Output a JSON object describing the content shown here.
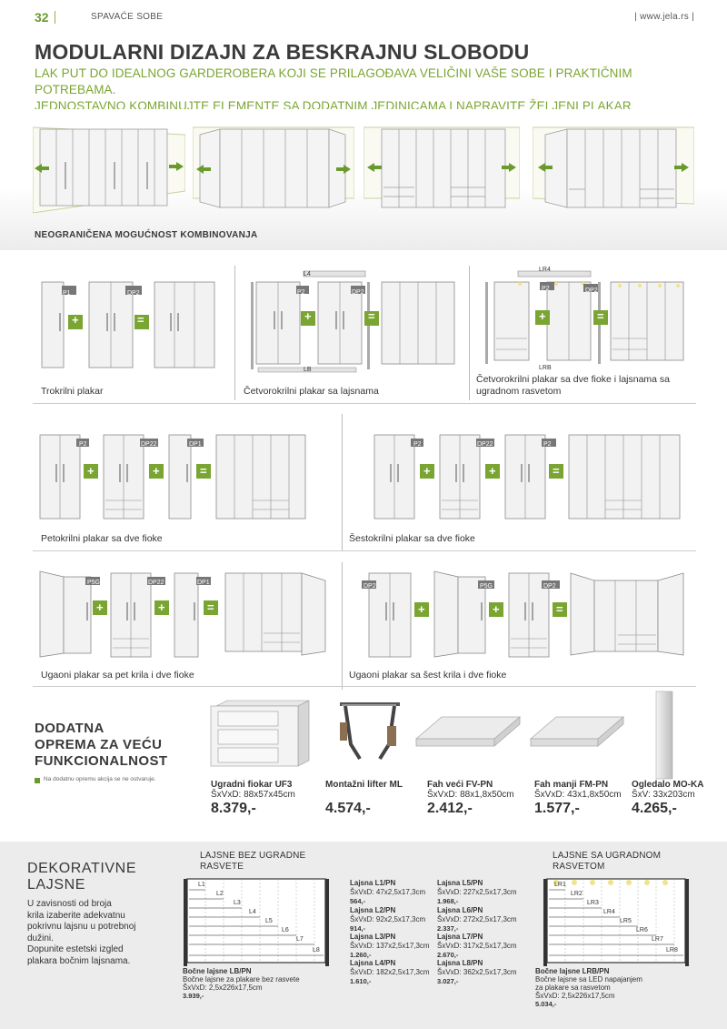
{
  "header": {
    "page_number": "32",
    "section": "SPAVAĆE SOBE",
    "site": "| www.jela.rs |"
  },
  "title": "MODULARNI DIZAJN ZA BESKRAJNU SLOBODU",
  "subtitle_lines": [
    "LAK PUT DO IDEALNOG GARDEROBERA KOJI SE PRILAGOĐAVA VELIČINI VAŠE SOBE I PRAKTIČNIM POTREBAMA.",
    "JEDNOSTAVNO KOMBINUJTE ELEMENTE SA DODATNIM JEDINICAMA I NAPRAVITE ŽELJENI PLAKAR"
  ],
  "combinations_label": "NEOGRANIČENA MOGUĆNOST KOMBINOVANJA",
  "combos": {
    "trokrilni": "Trokrilni plakar",
    "cetvorokrilni": "Četvorokrilni plakar sa lajsnama",
    "cetvorokrilni_led": [
      "Četvorokrilni plakar sa dve fioke i lajsnama sa",
      "ugradnom rasvetom"
    ],
    "petokrilni": "Petokrilni plakar sa dve fioke",
    "sestokrilni": "Šestokrilni plakar sa dve fioke",
    "ugaoni_pet": "Ugaoni  plakar sa pet krila i dve fioke",
    "ugaoni_sest": "Ugaoni  plakar sa šest krila i dve fioke"
  },
  "tags": {
    "p1": "P1",
    "dp2": "DP2",
    "p2": "P2",
    "dp22": "DP22",
    "dp1": "DP1",
    "p5g": "P5G",
    "l4": "L4",
    "lb": "LB",
    "lr4": "LR4",
    "lrb": "LRB"
  },
  "symbols": {
    "plus": "+",
    "equals": "="
  },
  "extras": {
    "title_lines": [
      "DODATNA",
      "OPREMA ZA VEĆU",
      "FUNKCIONALNOST"
    ],
    "note": "Na dodatnu opremu akcija se ne ostvaruje.",
    "products": [
      {
        "name": "Ugradni fiokar UF3",
        "dims": "ŠxVxD: 88x57x45cm",
        "price": "8.379,-"
      },
      {
        "name": "Montažni lifter ML",
        "dims": "",
        "price": "4.574,-"
      },
      {
        "name": "Fah veći FV-PN",
        "dims": "ŠxVxD: 88x1,8x50cm",
        "price": "2.412,-"
      },
      {
        "name": "Fah manji FM-PN",
        "dims": "ŠxVxD: 43x1,8x50cm",
        "price": "1.577,-"
      },
      {
        "name": "Ogledalo MO-KA",
        "dims": "ŠxV: 33x203cm",
        "price": "4.265,-"
      }
    ]
  },
  "deco": {
    "title_lines": [
      "DEKORATIVNE",
      "LAJSNE"
    ],
    "text_lines": [
      "U zavisnosti od broja",
      "krila izaberite adekvatnu",
      "pokrivnu lajsnu u potrebnoj",
      "dužini.",
      "Dopunite estetski izgled",
      "plakara bočnim lajsnama."
    ],
    "no_light_head": [
      "LAJSNE BEZ UGRADNE",
      "RASVETE"
    ],
    "light_head": [
      "LAJSNE SA UGRADNOM",
      "RASVETOM"
    ],
    "no_light_labels": [
      "L1",
      "L2",
      "L3",
      "L4",
      "L5",
      "L6",
      "L7",
      "L8"
    ],
    "light_labels": [
      "LR1",
      "LR2",
      "LR3",
      "LR4",
      "LR5",
      "LR6",
      "LR7",
      "LR8"
    ],
    "lajsne": [
      {
        "name": "Lajsna L1/PN",
        "dims": "ŠxVxD: 47x2,5x17,3cm",
        "price": "564,-"
      },
      {
        "name": "Lajsna L2/PN",
        "dims": "ŠxVxD: 92x2,5x17,3cm",
        "price": "914,-"
      },
      {
        "name": "Lajsna L3/PN",
        "dims": "ŠxVxD: 137x2,5x17,3cm",
        "price": "1.260,-"
      },
      {
        "name": "Lajsna L4/PN",
        "dims": "ŠxVxD: 182x2,5x17,3cm",
        "price": "1.610,-"
      },
      {
        "name": "Lajsna L5/PN",
        "dims": "ŠxVxD: 227x2,5x17,3cm",
        "price": "1.968,-"
      },
      {
        "name": "Lajsna L6/PN",
        "dims": "ŠxVxD: 272x2,5x17,3cm",
        "price": "2.337,-"
      },
      {
        "name": "Lajsna L7/PN",
        "dims": "ŠxVxD: 317x2,5x17,3cm",
        "price": "2.670,-"
      },
      {
        "name": "Lajsna L8/PN",
        "dims": "ŠxVxD: 362x2,5x17,3cm",
        "price": "3.027,-"
      }
    ],
    "side_lb": {
      "name": "Bočne lajsne LB/PN",
      "desc": "Bočne lajsne za plakare bez rasvete",
      "dims": "ŠxVxD: 2,5x226x17,5cm",
      "price": "3.939,-"
    },
    "side_lrb": {
      "name": "Bočne lajsne LRB/PN",
      "desc": [
        "Bočne lajsne sa LED napajanjem",
        "za plakare sa rasvetom"
      ],
      "dims": "ŠxVxD: 2,5x226x17,5cm",
      "price": "5.034,-"
    }
  },
  "colors": {
    "accent": "#7aa532",
    "accent_dark": "#6a9a2e",
    "panel_bg": "#ececec"
  }
}
